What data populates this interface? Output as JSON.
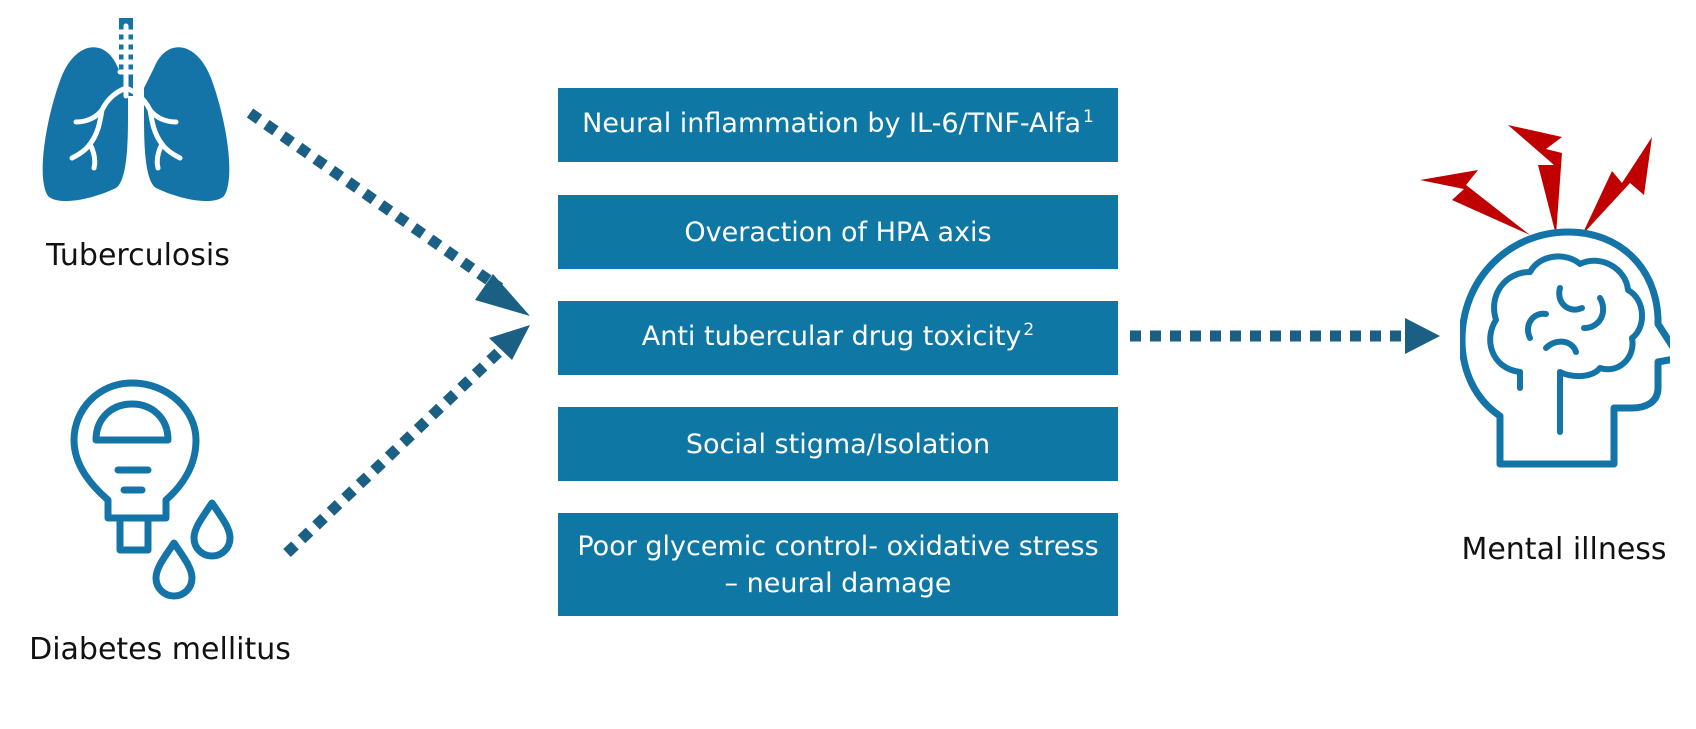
{
  "left_items": [
    {
      "label": "Tuberculosis",
      "icon": "lungs-icon"
    },
    {
      "label": "Diabetes mellitus",
      "icon": "glucose-meter-icon"
    }
  ],
  "mechanisms": [
    {
      "text": "Neural inflammation by  IL-6/TNF-Alfa",
      "sup": "1"
    },
    {
      "text": "Overaction of HPA axis",
      "sup": ""
    },
    {
      "text": "Anti tubercular drug toxicity",
      "sup": "2"
    },
    {
      "text": "Social stigma/Isolation",
      "sup": ""
    },
    {
      "text": "Poor glycemic control- oxidative stress",
      "text2": "– neural damage",
      "sup": ""
    }
  ],
  "outcome": {
    "label": "Mental illness",
    "icon": "brain-head-icon"
  },
  "colors": {
    "box": "#0e77a4",
    "icon": "#1474a8",
    "arrow": "#1b5f84",
    "lightning": "#c00000"
  }
}
